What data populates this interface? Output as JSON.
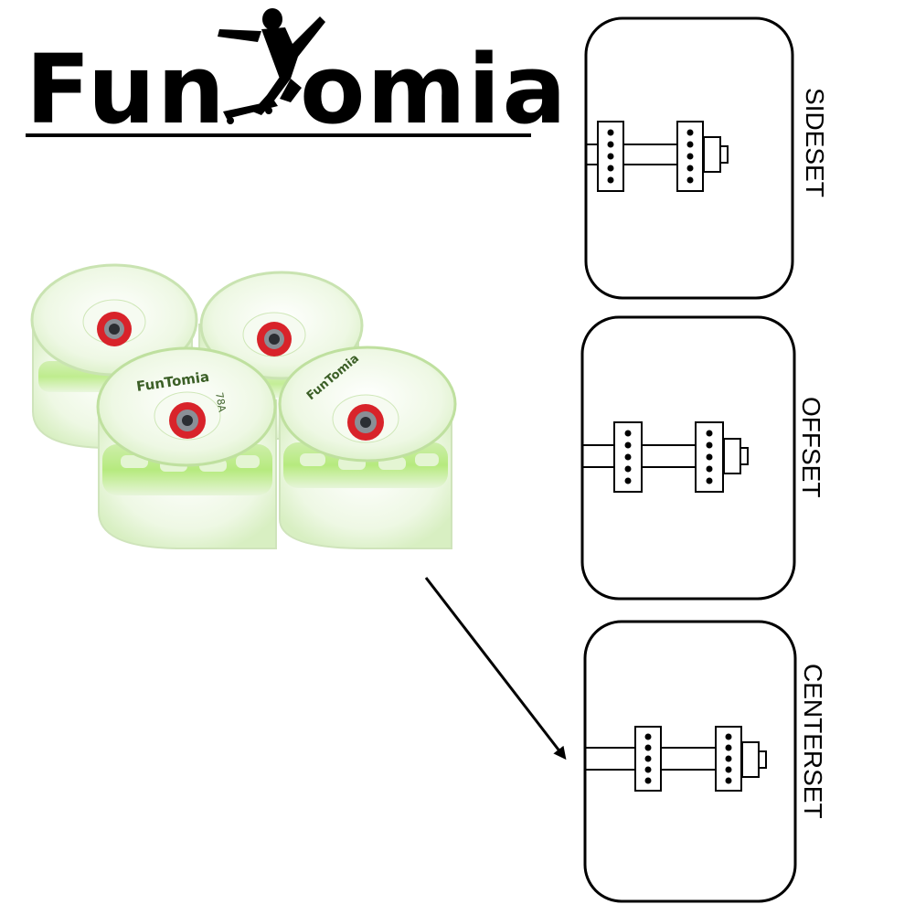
{
  "brand": {
    "part1": "Fun",
    "part2": "omia",
    "logo_icon": "skateboarder-silhouette-icon"
  },
  "colors": {
    "wheel_green": "#b6ea7e",
    "wheel_clear": "#eef7e6",
    "bearing_red": "#d8232a",
    "ink": "#000000"
  },
  "wheels": {
    "print": "FunTomia",
    "durometer": "78A"
  },
  "diagrams": [
    {
      "label": "SIDESET"
    },
    {
      "label": "OFFSET"
    },
    {
      "label": "CENTERSET"
    }
  ]
}
